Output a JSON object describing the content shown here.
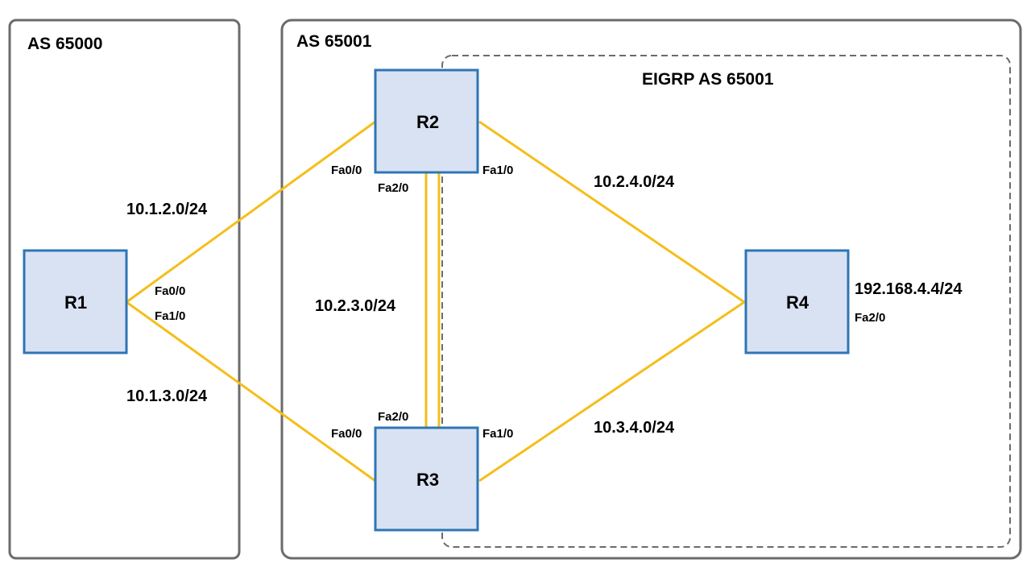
{
  "regions": {
    "as_65000": "AS 65000",
    "as_65001": "AS 65001",
    "eigrp": "EIGRP AS 65001"
  },
  "routers": {
    "r1": "R1",
    "r2": "R2",
    "r3": "R3",
    "r4": "R4"
  },
  "subnets": {
    "r1_r2": "10.1.2.0/24",
    "r1_r3": "10.1.3.0/24",
    "r2_r3": "10.2.3.0/24",
    "r2_r4": "10.2.4.0/24",
    "r3_r4": "10.3.4.0/24",
    "r4_lan": "192.168.4.4/24"
  },
  "interfaces": {
    "r1_fa0": "Fa0/0",
    "r1_fa1": "Fa1/0",
    "r2_fa0": "Fa0/0",
    "r2_fa1": "Fa1/0",
    "r2_fa2": "Fa2/0",
    "r3_fa0": "Fa0/0",
    "r3_fa1": "Fa1/0",
    "r3_fa2": "Fa2/0",
    "r4_fa2": "Fa2/0"
  },
  "colors": {
    "link": "#f5be1a",
    "router_fill": "#d9e2f2",
    "router_border": "#2e75b6",
    "region_border": "#6b6b6b"
  }
}
